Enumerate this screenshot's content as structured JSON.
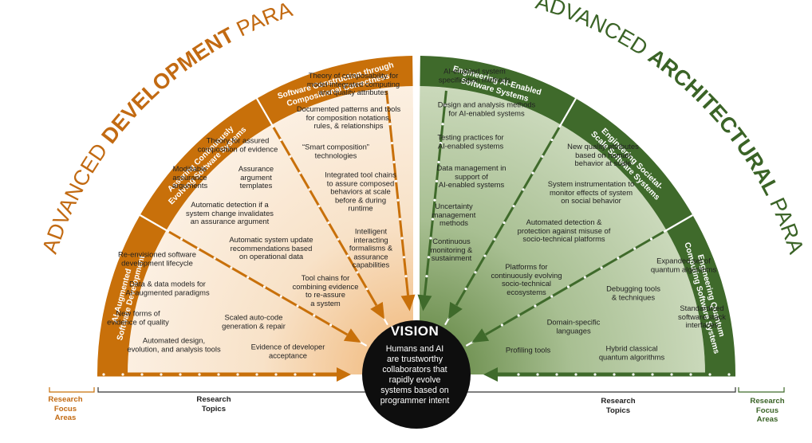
{
  "left_title": {
    "prefix": "ADVANCED ",
    "bold": "DEVELOPMENT",
    "suffix": " PARADIGMS"
  },
  "right_title": {
    "prefix": "ADVANCED ",
    "bold": "ARCHITECTURAL",
    "suffix": " PARADIGMS"
  },
  "vision": {
    "title": "VISION",
    "text": "Humans and AI\nare trustworthy\ncollaborators that\nrapidly evolve\nsystems based on\nprogrammer intent"
  },
  "areas": {
    "left_1": "AI-Augmented\nSoftware Development",
    "left_2": "Assuring Continuously\nEvolving Software Systems",
    "left_3": "Software Construction through\nCompositional Correctness",
    "right_1": "Engineering AI-Enabled\nSoftware Systems",
    "right_2": "Engineering Societal-\nScale Software Systems",
    "right_3": "Engineering Quantum\nComputing Software Systems"
  },
  "topics": {
    "l1": [
      "Re-envisioned software\ndevelopment lifecycle",
      "Data & data models for\nAI-augmented paradigms",
      "New forms of\nevidence of quality",
      "Automated design,\nevolution, and analysis tools",
      "Scaled auto-code\ngeneration & repair",
      "Evidence of developer\nacceptance"
    ],
    "l2": [
      "Theory for assured\ncomposition of evidence",
      "Modifiable\nassurance\narguments",
      "Assurance\nargument\ntemplates",
      "Automatic detection if a\nsystem change invalidates\nan assurance argument",
      "Automatic system update\nrecommendations based\non operational data",
      "Tool chains for\ncombining evidence\nto re-assure\na system"
    ],
    "l3": [
      "Theory of composability for\nmodel-integrated computing\nand quality attributes",
      "Documented patterns and tools\nfor composition notations,\nrules, & relationships",
      "“Smart composition”\ntechnologies",
      "Integrated tool chains\nto assure composed\nbehaviors at scale\nbefore & during\nruntime",
      "Intelligent\ninteracting\nformalisms &\nassurance\ncapabilities"
    ],
    "r1": [
      "AI-enabled system\nspecification methods",
      "Design and analysis methods\nfor AI-enabled systems",
      "Testing practices for\nAI-enabled systems",
      "Data management in\nsupport of\nAI-enabled systems",
      "Uncertainty\nmanagement\nmethods",
      "Continuous\nmonitoring &\nsustainment"
    ],
    "r2": [
      "New quality attributes\nbased on human\nbehavior at scale",
      "System instrumentation to\nmonitor effects of system\non social behavior",
      "Automated detection &\nprotection against misuse of\nsocio-technical platforms",
      "Platforms for\ncontinuously evolving\nsocio-technical\necosystems"
    ],
    "r3": [
      "Expanded set of\nquantum algorithms",
      "Debugging tools\n& techniques",
      "Standardized\nsoftware stack\ninterfaces",
      "Domain-specific\nlanguages",
      "Profiling tools",
      "Hybrid classical\nquantum algorithms"
    ]
  },
  "legend": {
    "left_focus": "Research\nFocus\nAreas",
    "left_topics": "Research\nTopics",
    "right_topics": "Research\nTopics",
    "right_focus": "Research\nFocus\nAreas"
  },
  "colors": {
    "orange": "#c8700a",
    "orange_text": "#c26a12",
    "green": "#3f6a2b",
    "green_text": "#3a6326",
    "dark": "#0e0e0e"
  }
}
